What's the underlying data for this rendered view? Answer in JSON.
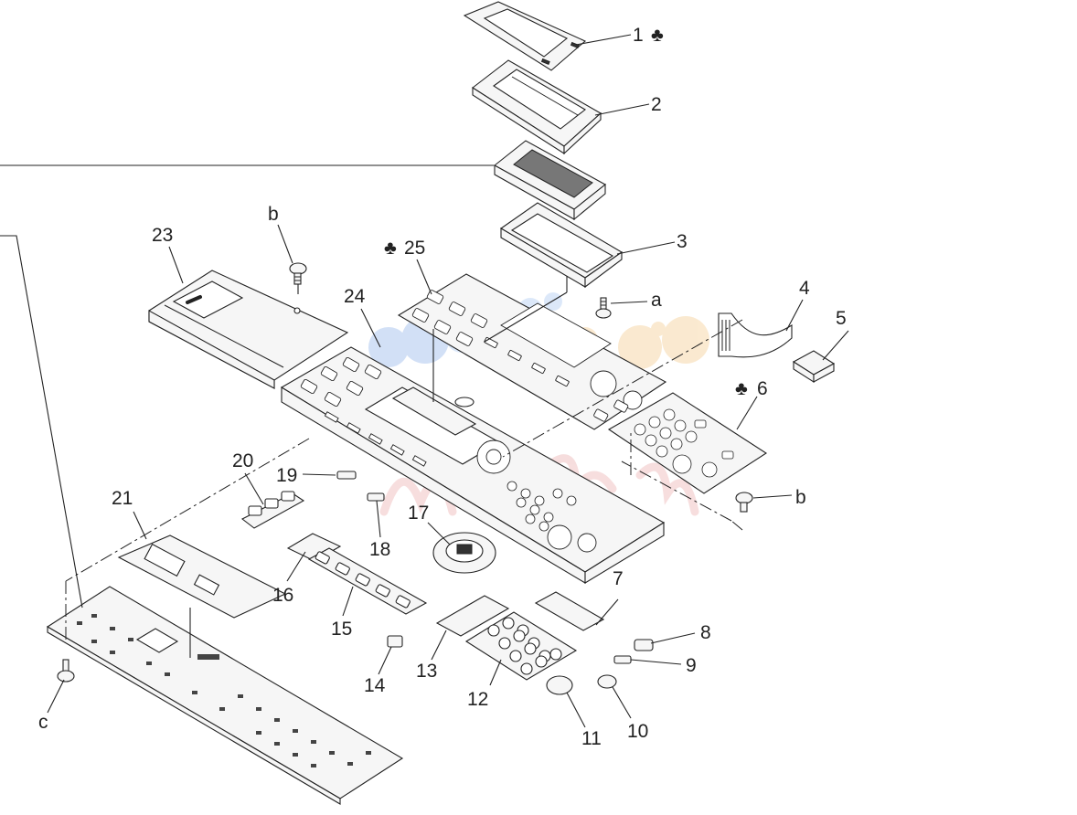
{
  "diagram": {
    "club_symbol": "♣",
    "callouts": [
      {
        "id": "c1",
        "text": "1"
      },
      {
        "id": "c2",
        "text": "2"
      },
      {
        "id": "c3",
        "text": "3"
      },
      {
        "id": "c4",
        "text": "4"
      },
      {
        "id": "c5",
        "text": "5"
      },
      {
        "id": "c6",
        "text": "6"
      },
      {
        "id": "c7",
        "text": "7"
      },
      {
        "id": "c8",
        "text": "8"
      },
      {
        "id": "c9",
        "text": "9"
      },
      {
        "id": "c10",
        "text": "10"
      },
      {
        "id": "c11",
        "text": "11"
      },
      {
        "id": "c12",
        "text": "12"
      },
      {
        "id": "c13",
        "text": "13"
      },
      {
        "id": "c14",
        "text": "14"
      },
      {
        "id": "c15",
        "text": "15"
      },
      {
        "id": "c16",
        "text": "16"
      },
      {
        "id": "c17",
        "text": "17"
      },
      {
        "id": "c18",
        "text": "18"
      },
      {
        "id": "c19",
        "text": "19"
      },
      {
        "id": "c20",
        "text": "20"
      },
      {
        "id": "c21",
        "text": "21"
      },
      {
        "id": "c23",
        "text": "23"
      },
      {
        "id": "c24",
        "text": "24"
      },
      {
        "id": "c25",
        "text": "25"
      },
      {
        "id": "ca",
        "text": "a"
      },
      {
        "id": "cb1",
        "text": "b"
      },
      {
        "id": "cb2",
        "text": "b"
      },
      {
        "id": "cc",
        "text": "c"
      }
    ]
  }
}
